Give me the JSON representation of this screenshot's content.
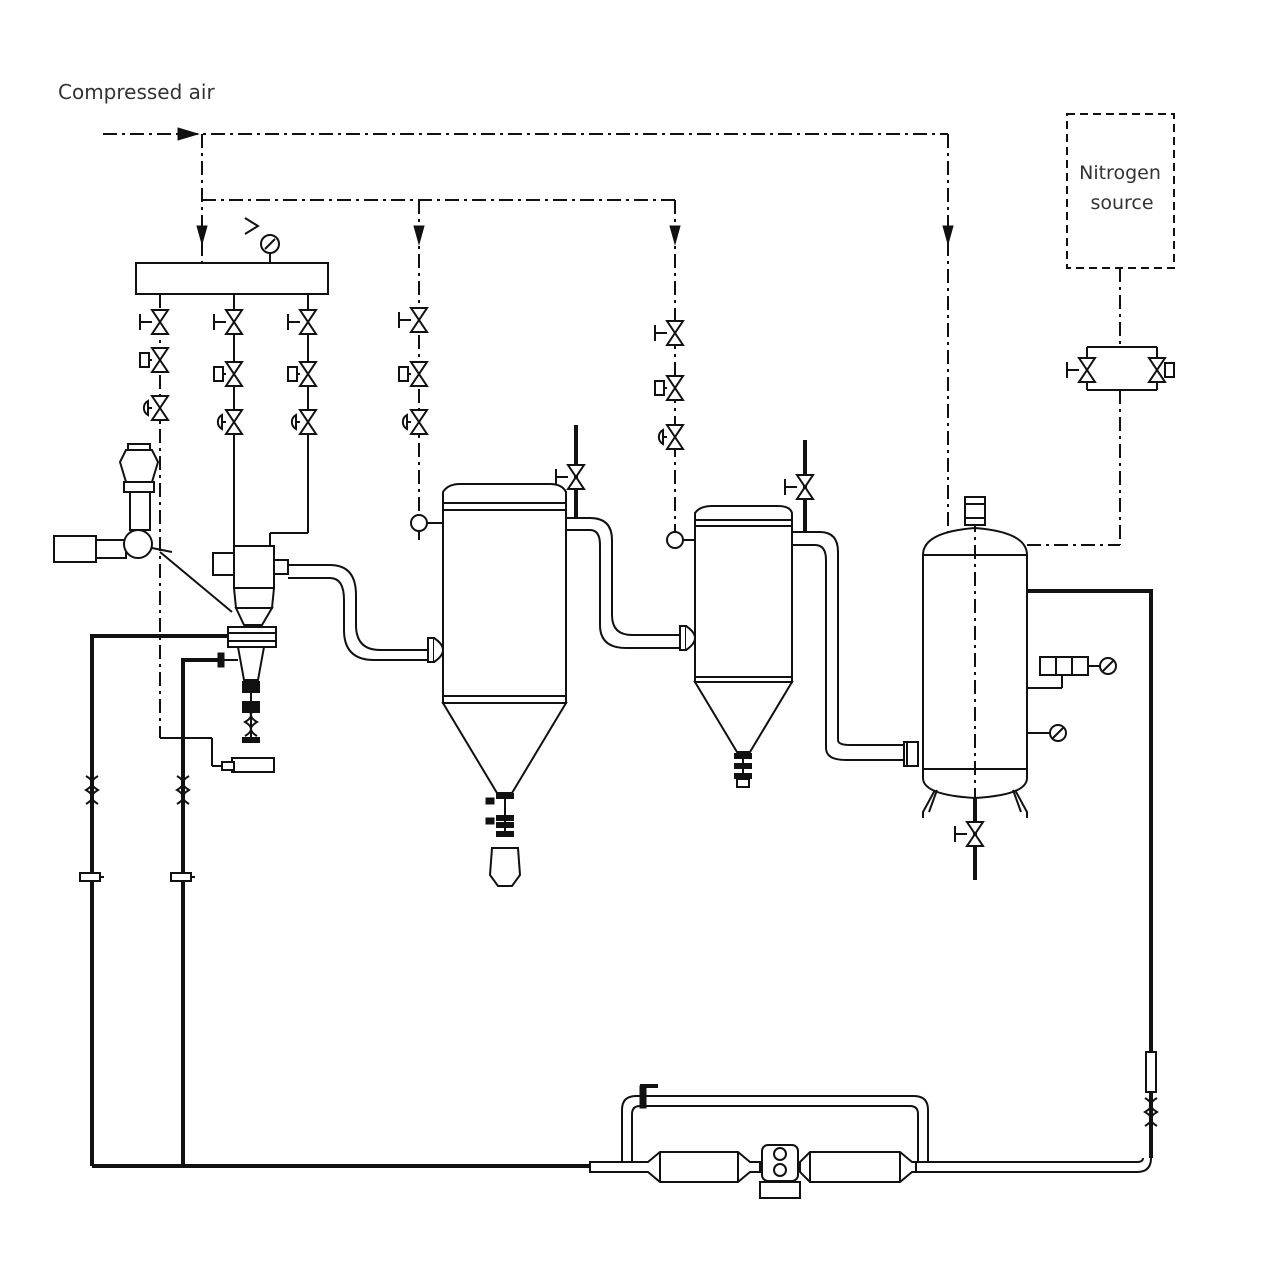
{
  "labels": {
    "compressed_air": "Compressed air",
    "nitrogen_line1": "Nitrogen",
    "nitrogen_line2": "source"
  },
  "colors": {
    "line": "#111111",
    "text": "#333333",
    "background": "#ffffff"
  },
  "icons": {
    "valve": "bowtie-valve-icon",
    "gauge": "pressure-gauge-icon",
    "flow_arrow": "flow-arrow-icon"
  }
}
